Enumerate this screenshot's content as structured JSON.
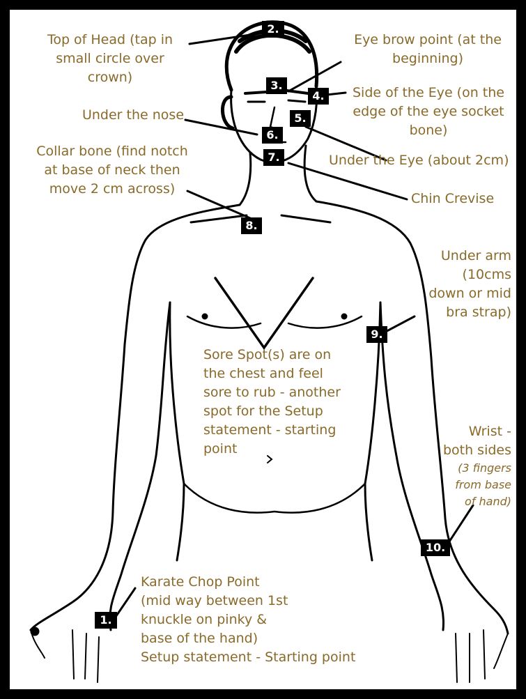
{
  "colors": {
    "label": "#8a6a2a",
    "badge_bg": "#000000",
    "badge_text": "#ffffff",
    "frame": "#000000"
  },
  "badges": {
    "b1": "1.",
    "b2": "2.",
    "b3": "3.",
    "b4": "4.",
    "b5": "5.",
    "b6": "6.",
    "b7": "7.",
    "b8": "8.",
    "b9": "9.",
    "b10": "10."
  },
  "labels": {
    "top_of_head": [
      "Top of Head (tap in",
      "small circle over",
      "crown)"
    ],
    "eye_brow": [
      "Eye brow point (at the",
      "beginning)"
    ],
    "side_of_eye": [
      "Side of the Eye (on the",
      "edge of the eye socket",
      "bone)"
    ],
    "under_nose": [
      "Under the nose"
    ],
    "under_eye": [
      "Under the Eye (about 2cm)"
    ],
    "collar_bone": [
      "Collar bone (find notch",
      "at base of neck then",
      "move 2 cm across)"
    ],
    "chin": [
      "Chin Crevise"
    ],
    "under_arm": [
      "Under arm",
      "(10cms",
      "down or mid",
      "bra strap)"
    ],
    "sore_spot": [
      "Sore Spot(s) are on",
      "the chest and feel",
      "sore to rub - another",
      "spot for the Setup",
      "statement - starting",
      "point"
    ],
    "wrist": [
      "Wrist -",
      "both sides"
    ],
    "wrist_note": [
      "(3 fingers",
      "from base",
      "of hand)"
    ],
    "karate": [
      "Karate Chop Point",
      "(mid way between 1st",
      "knuckle on pinky &",
      "base of the hand)",
      "Setup statement - Starting point"
    ]
  }
}
